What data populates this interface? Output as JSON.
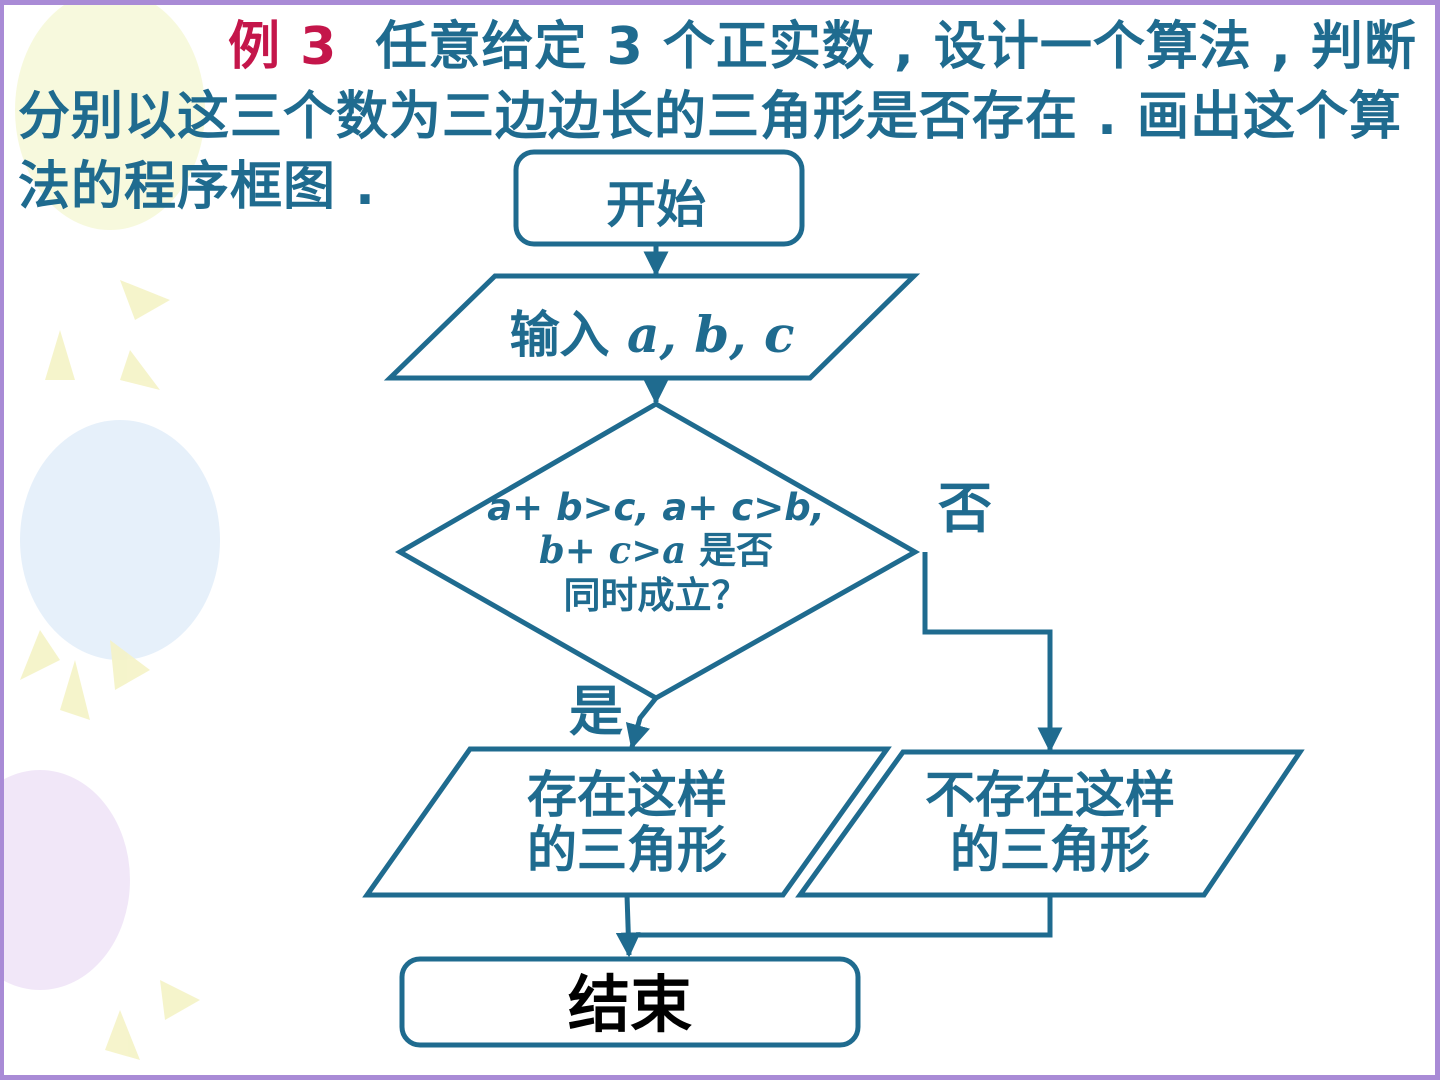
{
  "colors": {
    "stroke": "#1f6b8f",
    "text": "#1f6b8f",
    "prefix": "#c4164a",
    "end_text": "#000000",
    "frame": "#a98bd6"
  },
  "problem": {
    "prefix": "例 3",
    "text": "任意给定 3 个正实数 , 设计一个算法 , 判断分别以这三个数为三边边长的三角形是否存在 . 画出这个算法的程序框图 ."
  },
  "flowchart": {
    "start": "开始",
    "input_prefix": "输入 ",
    "input_vars": "a, b, c",
    "condition_line1": "a+ b>c, a+ c>b,",
    "condition_line2_math": "b+ c>a",
    "condition_line2_text": " 是否",
    "condition_line3": "同时成立？",
    "yes_label": "是",
    "no_label": "否",
    "exists_line1": "存在这样",
    "exists_line2": "的三角形",
    "not_exists_line1": "不存在这样",
    "not_exists_line2": "的三角形",
    "end": "结束"
  }
}
